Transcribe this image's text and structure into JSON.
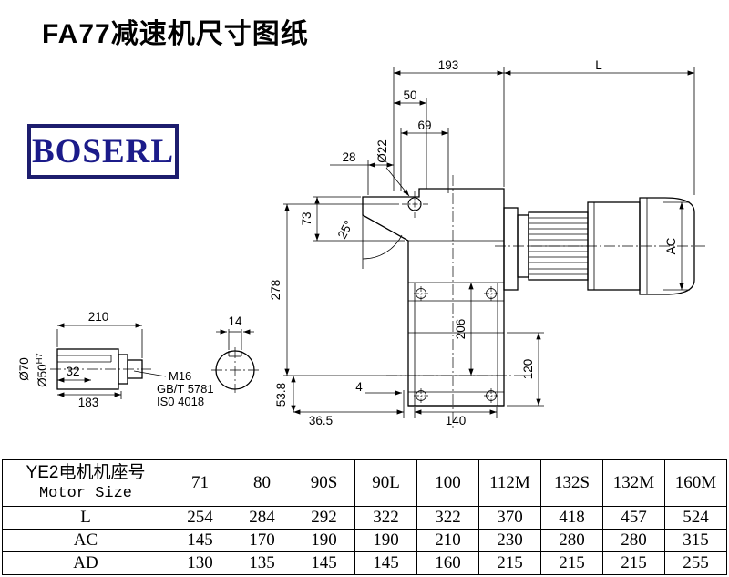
{
  "page": {
    "title": "FA77减速机尺寸图纸",
    "logo": "BOSERL"
  },
  "drawing": {
    "dims": {
      "d193": "193",
      "dL": "L",
      "d50": "50",
      "d69": "69",
      "o22": "Ø22",
      "d28": "28",
      "d73": "73",
      "angle": "25°",
      "d278": "278",
      "d206": "206",
      "ac": "AC",
      "d120": "120",
      "d140": "140",
      "d36_5": "36.5",
      "d4": "4",
      "d53_8": "53.8",
      "d210": "210",
      "d14": "14",
      "o70": "Ø70",
      "o50": "Ø50",
      "o50_tol": "H7",
      "d32": "32",
      "d183": "183",
      "m16": "M16",
      "std1": "GB/T 5781",
      "std2": "IS0 4018"
    }
  },
  "table": {
    "header": {
      "line1": "YE2电机机座号",
      "line2": "Motor Size"
    },
    "columns": [
      "71",
      "80",
      "90S",
      "90L",
      "100",
      "112M",
      "132S",
      "132M",
      "160M"
    ],
    "rows": [
      {
        "label": "L",
        "values": [
          "254",
          "284",
          "292",
          "322",
          "322",
          "370",
          "418",
          "457",
          "524"
        ]
      },
      {
        "label": "AC",
        "values": [
          "145",
          "170",
          "190",
          "190",
          "210",
          "230",
          "280",
          "280",
          "315"
        ]
      },
      {
        "label": "AD",
        "values": [
          "130",
          "135",
          "145",
          "145",
          "160",
          "215",
          "215",
          "215",
          "255"
        ]
      }
    ]
  }
}
